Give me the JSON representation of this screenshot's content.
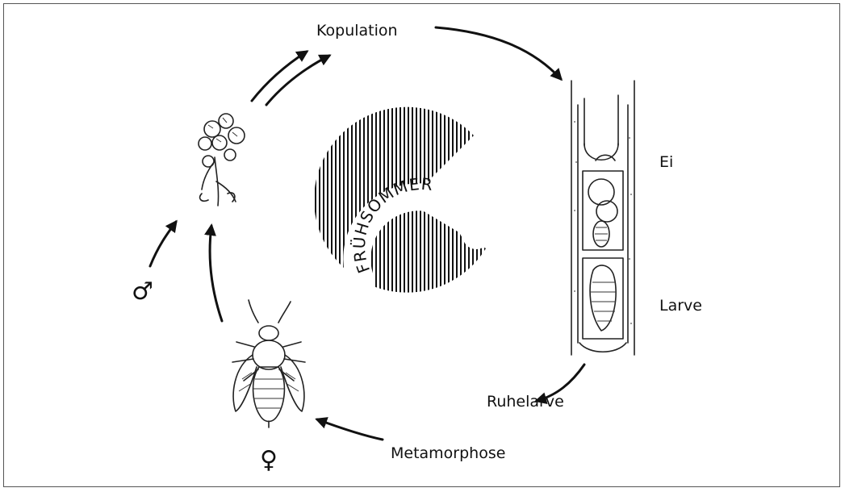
{
  "diagram": {
    "season_label": "FRÜHSOMMER",
    "labels": {
      "mating": "Kopulation",
      "egg": "Ei",
      "larva": "Larve",
      "resting_larva": "Ruhelarve",
      "metamorphosis": "Metamorphose",
      "male_symbol": "♂",
      "female_symbol": "♀"
    },
    "icons": {
      "flower": "flower-illustration",
      "wasp": "wasp-illustration",
      "nest": "nest-tube-illustration"
    },
    "colors": {
      "ink": "#111111",
      "background": "#ffffff"
    }
  }
}
